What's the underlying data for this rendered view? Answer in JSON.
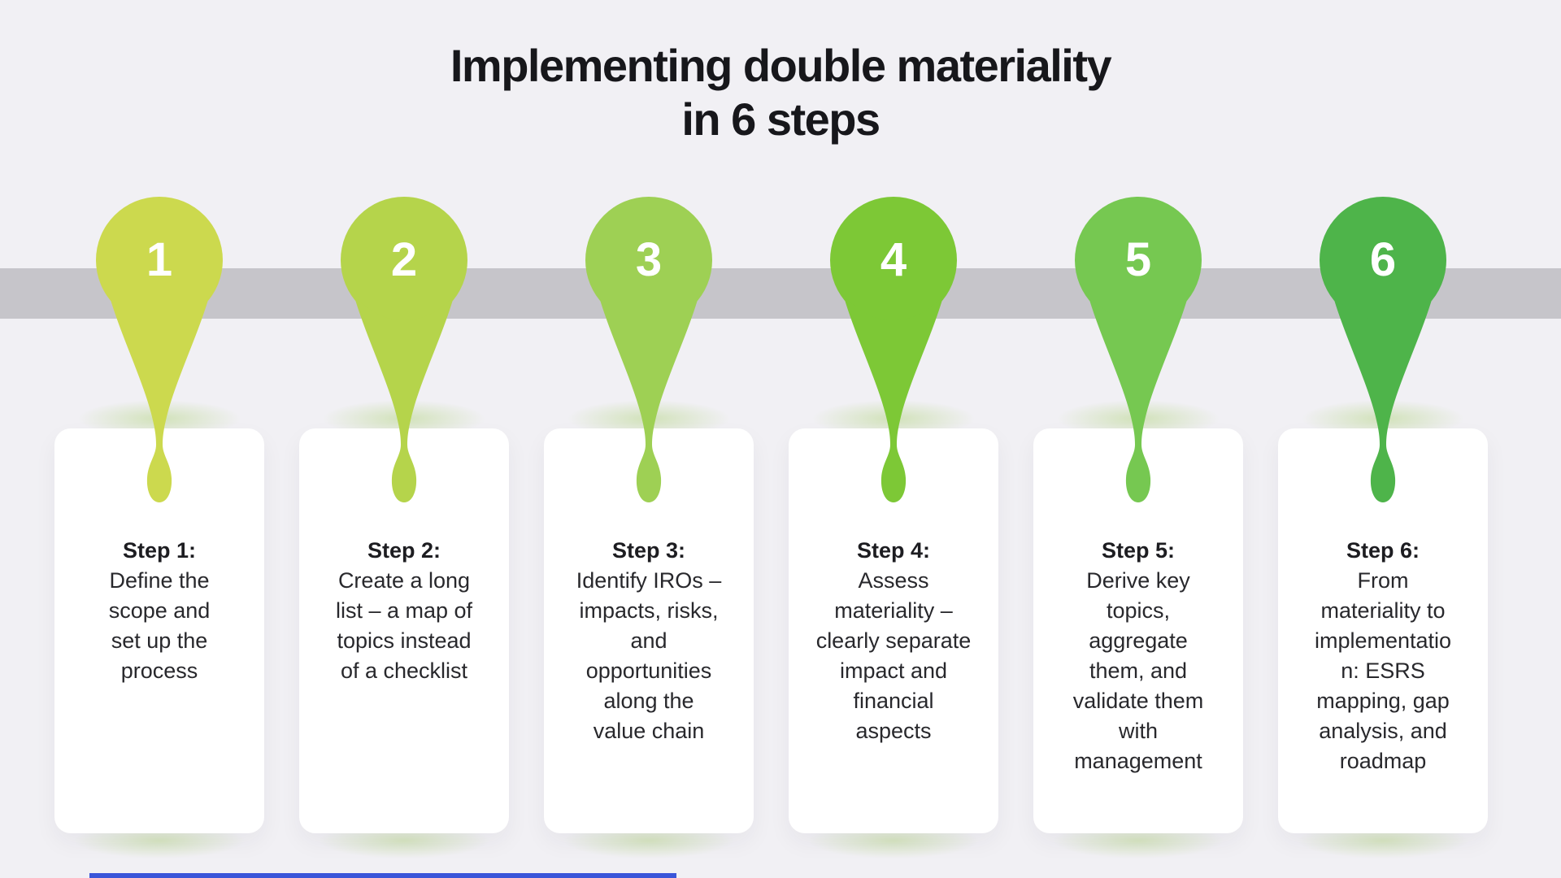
{
  "title": {
    "line1": "Implementing double materiality",
    "line2": "in 6 steps"
  },
  "colors": {
    "background": "#f1f0f4",
    "timeline_bar": "#c6c5ca",
    "card_background": "#ffffff",
    "title_text": "#17171b",
    "body_text": "#28282c",
    "number_text": "#ffffff",
    "bottom_accent": "#3a55d9"
  },
  "steps": [
    {
      "number": "1",
      "color": "#ccd94e",
      "label": "Step 1:",
      "description": "Define the\nscope and\nset up the\nprocess"
    },
    {
      "number": "2",
      "color": "#b5d44b",
      "label": "Step 2:",
      "description": "Create a long\nlist – a map of\ntopics instead\nof a checklist"
    },
    {
      "number": "3",
      "color": "#9ed054",
      "label": "Step 3:",
      "description": "Identify IROs –\nimpacts, risks,\nand\nopportunities\nalong the\nvalue chain"
    },
    {
      "number": "4",
      "color": "#7dc836",
      "label": "Step 4:",
      "description": "Assess\nmateriality –\nclearly separate\nimpact and\nfinancial\naspects"
    },
    {
      "number": "5",
      "color": "#76c851",
      "label": "Step 5:",
      "description": "Derive key\ntopics,\naggregate\nthem, and\nvalidate them\nwith\nmanagement"
    },
    {
      "number": "6",
      "color": "#4eb44a",
      "label": "Step 6:",
      "description": "From\nmateriality to\nimplementatio\nn: ESRS\nmapping, gap\nanalysis, and\nroadmap"
    }
  ]
}
